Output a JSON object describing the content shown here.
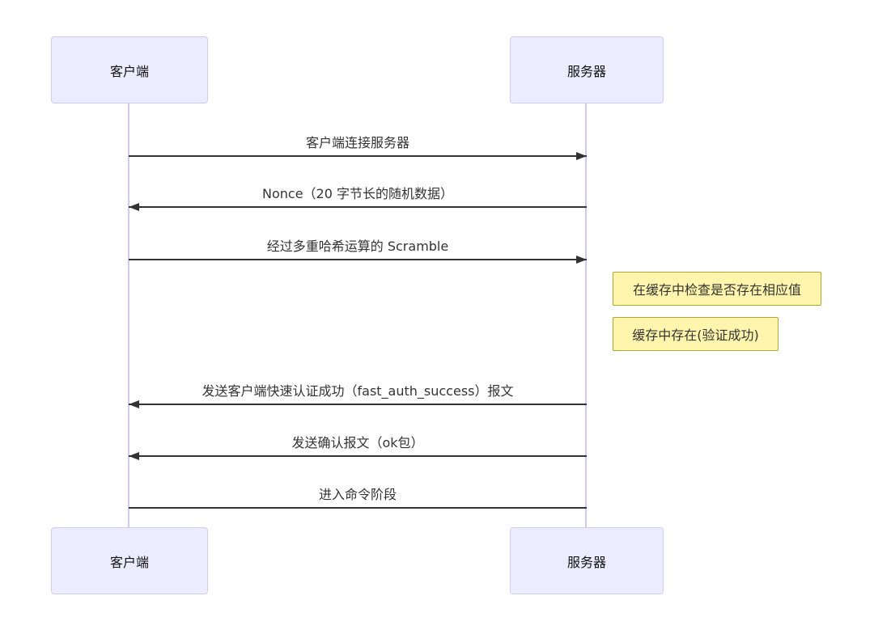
{
  "diagram": {
    "type": "sequence",
    "actors": [
      {
        "id": "client",
        "label": "客户端"
      },
      {
        "id": "server",
        "label": "服务器"
      }
    ],
    "messages": [
      {
        "from": "client",
        "to": "server",
        "direction": "right",
        "arrow": "solid",
        "text": "客户端连接服务器"
      },
      {
        "from": "server",
        "to": "client",
        "direction": "left",
        "arrow": "solid",
        "text": "Nonce（20 字节长的随机数据）"
      },
      {
        "from": "client",
        "to": "server",
        "direction": "right",
        "arrow": "solid",
        "text": "经过多重哈希运算的 Scramble"
      },
      {
        "from": "server",
        "to": "client",
        "direction": "left",
        "arrow": "solid",
        "text": "发送客户端快速认证成功（fast_auth_success）报文"
      },
      {
        "from": "server",
        "to": "client",
        "direction": "left",
        "arrow": "solid",
        "text": "发送确认报文（ok包）"
      },
      {
        "from": "client",
        "to": "server",
        "direction": "right",
        "arrow": "none",
        "text": "进入命令阶段"
      }
    ],
    "notes": [
      {
        "position": "right-of-server",
        "text": "在缓存中检查是否存在相应值"
      },
      {
        "position": "right-of-server",
        "text": "缓存中存在(验证成功)"
      }
    ],
    "colors": {
      "actor_fill": "#ECECFF",
      "actor_border": "#CFCCF2",
      "lifeline": "#D2C9EC",
      "message_line": "#333333",
      "text": "#333333",
      "note_fill": "#FFF5AD",
      "note_border": "#AAAA33",
      "background": "#FFFFFF"
    }
  }
}
